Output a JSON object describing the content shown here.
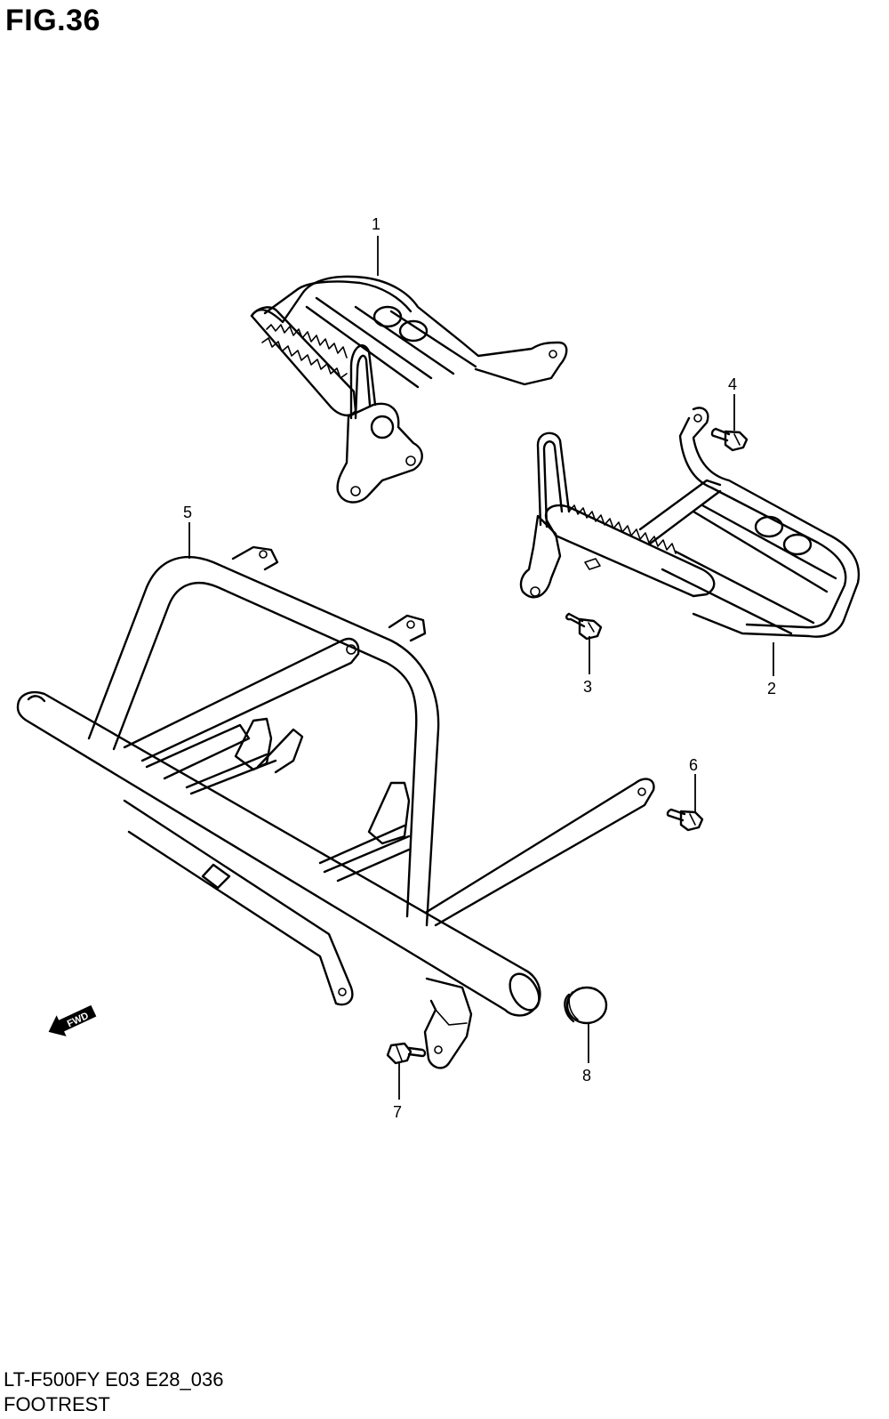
{
  "figure": {
    "title": "FIG.36",
    "model_code": "LT-F500FY E03 E28_036",
    "caption": "FOOTREST"
  },
  "callouts": [
    {
      "id": "1",
      "label": "1"
    },
    {
      "id": "2",
      "label": "2"
    },
    {
      "id": "3",
      "label": "3"
    },
    {
      "id": "4",
      "label": "4"
    },
    {
      "id": "5",
      "label": "5"
    },
    {
      "id": "6",
      "label": "6"
    },
    {
      "id": "7",
      "label": "7"
    },
    {
      "id": "8",
      "label": "8"
    }
  ],
  "direction_indicator": {
    "label": "FWD",
    "icon": "fwd-arrow-icon"
  }
}
